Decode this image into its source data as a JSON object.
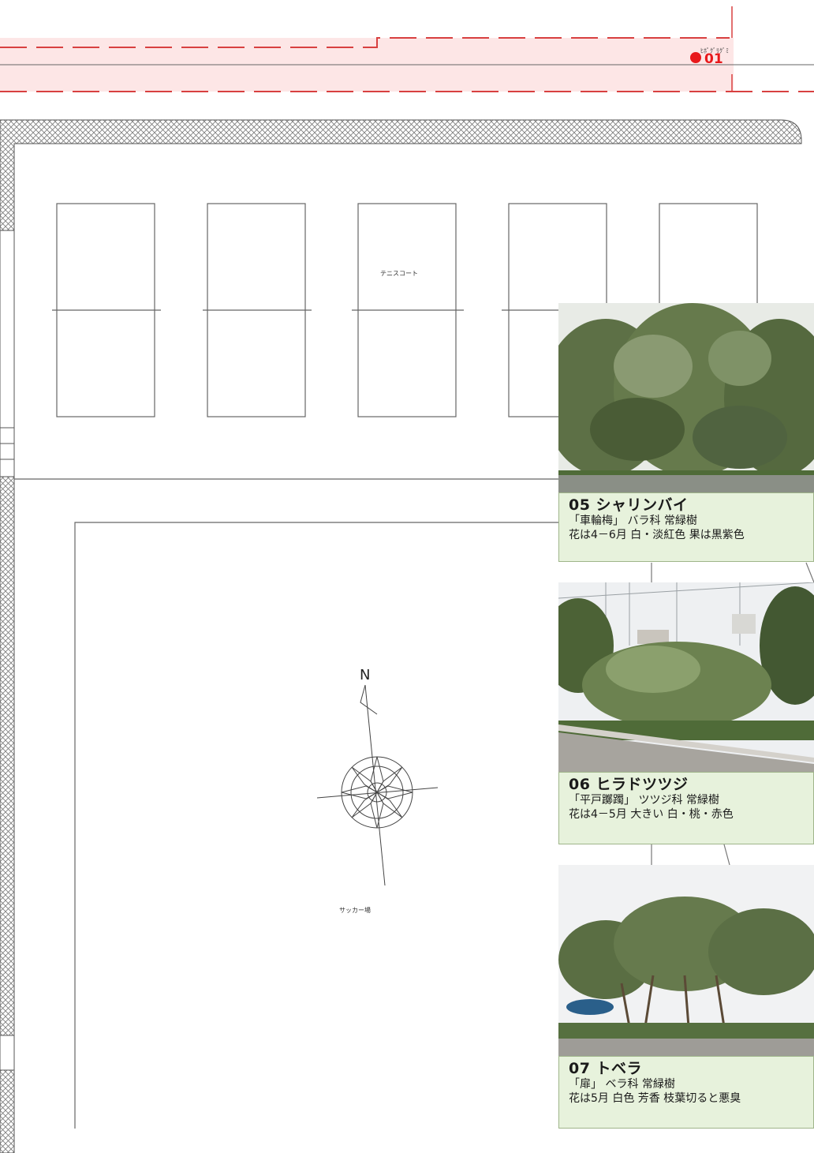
{
  "map": {
    "marker": {
      "label": "01",
      "plant_label": "ﾋﾎﾟｸﾞﾘｸﾞﾐ",
      "color": "#e8191c"
    },
    "tennis_label": "テニスコート",
    "soccer_label": "サッカー場",
    "north_label": "N"
  },
  "cards": [
    {
      "title": "05  シャリンバイ",
      "line1": "「車輪梅」 バラ科  常緑樹",
      "line2": "花は4－6月  白・淡紅色  果は黒紫色"
    },
    {
      "title": "06  ヒラドツツジ",
      "line1": "「平戸躑躅」 ツツジ科  常緑樹",
      "line2": "花は4－5月  大きい  白・桃・赤色"
    },
    {
      "title": "07  トベラ",
      "line1": "「扉」 ベラ科  常緑樹",
      "line2": "花は5月  白色  芳香  枝葉切ると悪臭"
    }
  ],
  "colors": {
    "caption_bg": "#e7f2dc",
    "road_fill": "#fde6e6",
    "boundary_red": "#d84040"
  }
}
